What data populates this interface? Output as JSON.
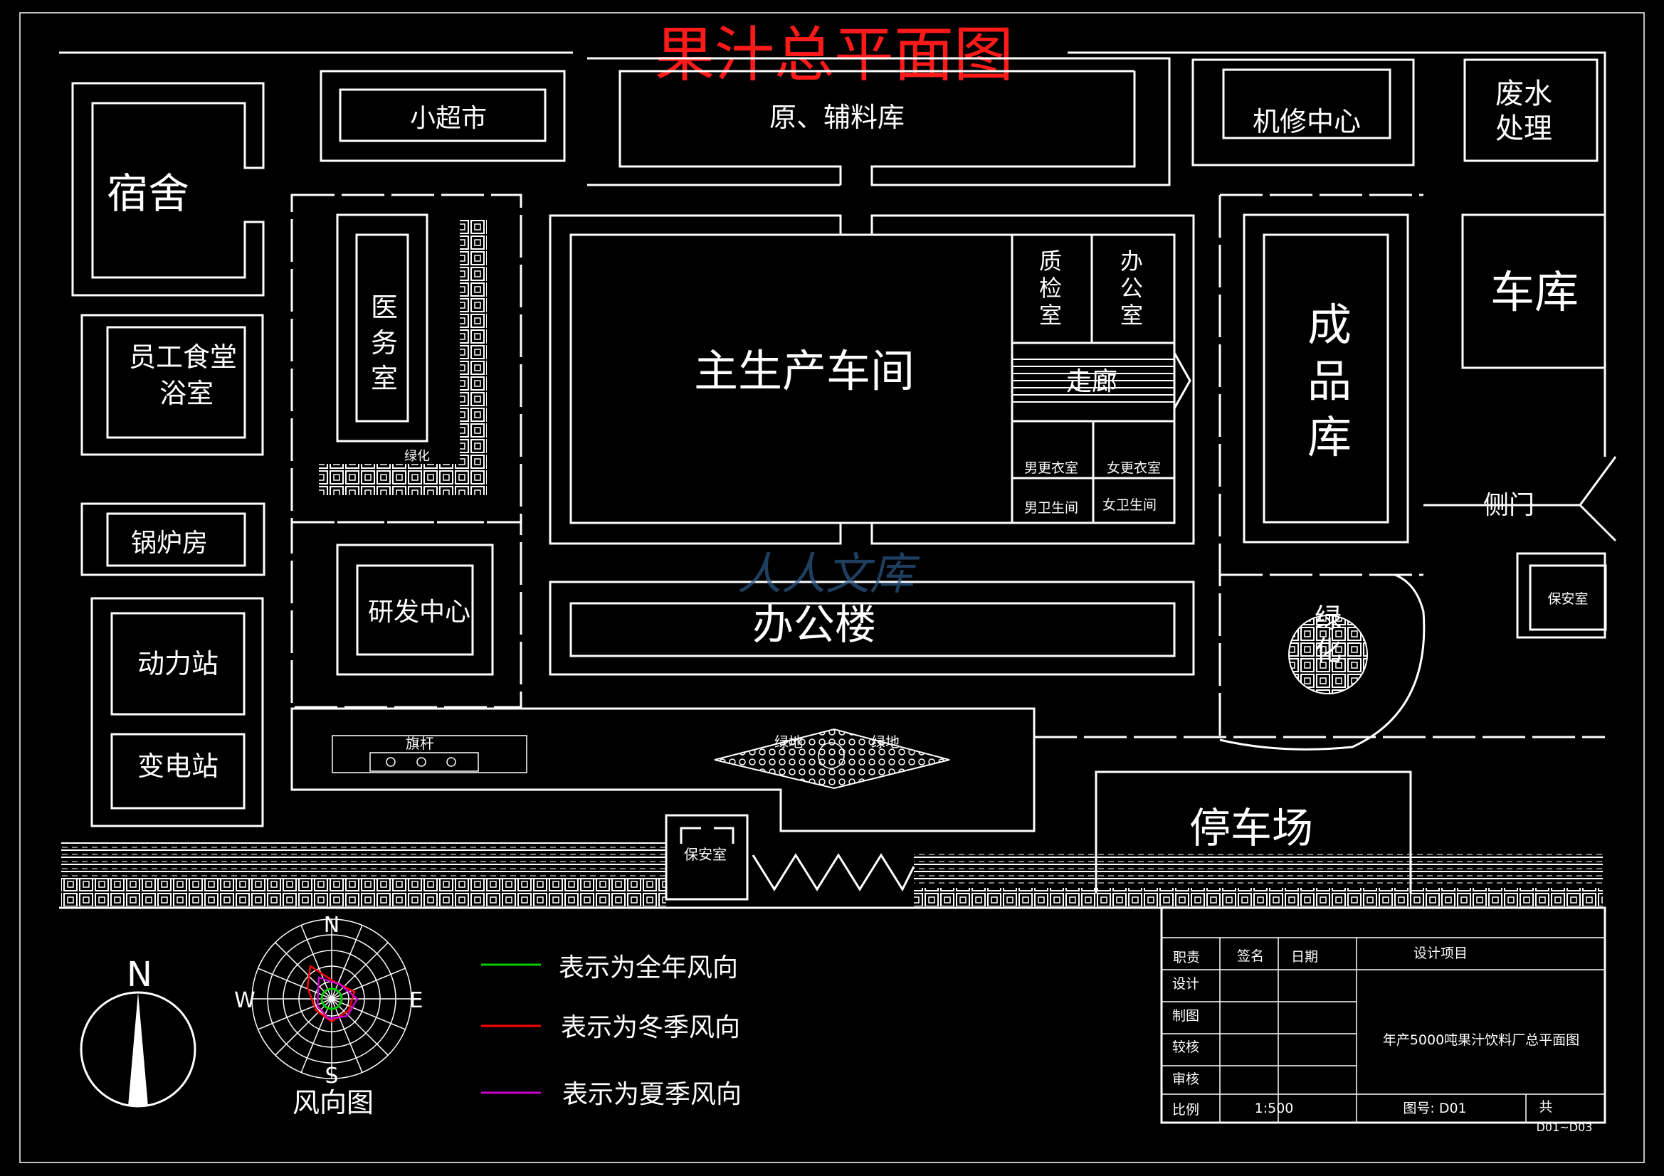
{
  "title": "果汁总平面图",
  "buildings": {
    "dormitory": "宿舍",
    "mini_market": "小超市",
    "raw_material_store": "原、辅料库",
    "machine_repair": "机修中心",
    "wastewater": [
      "废水",
      "处理"
    ],
    "canteen": [
      "员工食堂",
      "浴室"
    ],
    "medical": [
      "医",
      "务",
      "室"
    ],
    "greening_small": "绿化",
    "main_workshop": "主生产车间",
    "qc_room": [
      "质",
      "检",
      "室"
    ],
    "office_room": [
      "办",
      "公",
      "室"
    ],
    "corridor": "走廊",
    "male_locker": "男更衣室",
    "female_locker": "女更衣室",
    "male_toilet": "男卫生间",
    "female_toilet": "女卫生间",
    "finished_store": [
      "成",
      "品",
      "库"
    ],
    "garage": "车库",
    "side_gate": "侧门",
    "boiler": "锅炉房",
    "rnd_center": "研发中心",
    "office_building": "办公楼",
    "greening_round": [
      "绿",
      "化"
    ],
    "security_right": "保安室",
    "power_station": "动力站",
    "substation": "变电站",
    "flagpole": "旗杆",
    "green_left": "绿地",
    "green_right": "绿地",
    "parking": "停车场",
    "security_gate": "保安室"
  },
  "compass": {
    "north": "N"
  },
  "wind_rose": {
    "label": "风向图",
    "directions": {
      "n": "N",
      "s": "S",
      "e": "E",
      "w": "W"
    }
  },
  "legend": [
    {
      "color": "#00cc00",
      "text": "表示为全年风向"
    },
    {
      "color": "#ff0000",
      "text": "表示为冬季风向"
    },
    {
      "color": "#cc00cc",
      "text": "表示为夏季风向"
    }
  ],
  "title_block": {
    "headers": {
      "role": "职责",
      "sign": "签名",
      "date": "日期",
      "project": "设计项目"
    },
    "rows": [
      "设计",
      "制图",
      "较核",
      "审核"
    ],
    "project_name": "年产5000吨果汁饮料厂总平面图",
    "scale_label": "比例",
    "scale_value": "1:500",
    "drawing_no": "图号: D01",
    "sheets": [
      "共",
      "D01~D03"
    ]
  },
  "watermark": "人人文库"
}
